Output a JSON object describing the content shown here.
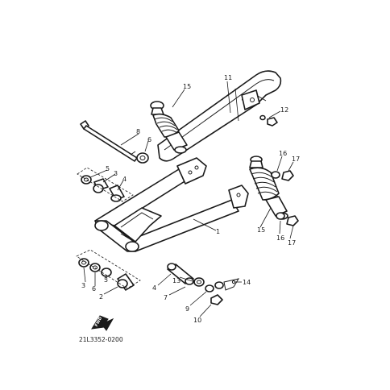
{
  "diagram": {
    "code": "21L3352-0200",
    "fwd_label": "FWD",
    "callouts": {
      "swingarm": "1",
      "bushing_a": "2",
      "washer_a": "3",
      "collar_a": "4",
      "collar_b": "4",
      "washer_b": "3",
      "ring_a": "5",
      "ring_b": "5",
      "seal_a": "6",
      "seal_b": "6",
      "collar_c": "7",
      "pivot_bolt": "8",
      "washer_c": "9",
      "nut_a": "10",
      "chain_case": "11",
      "bolt_a": "12",
      "plate": "13",
      "cotter": "14",
      "shock_left": "15",
      "shock_right": "15",
      "washer_d": "16",
      "washer_e": "16",
      "nut_b": "17",
      "nut_c": "17"
    }
  }
}
